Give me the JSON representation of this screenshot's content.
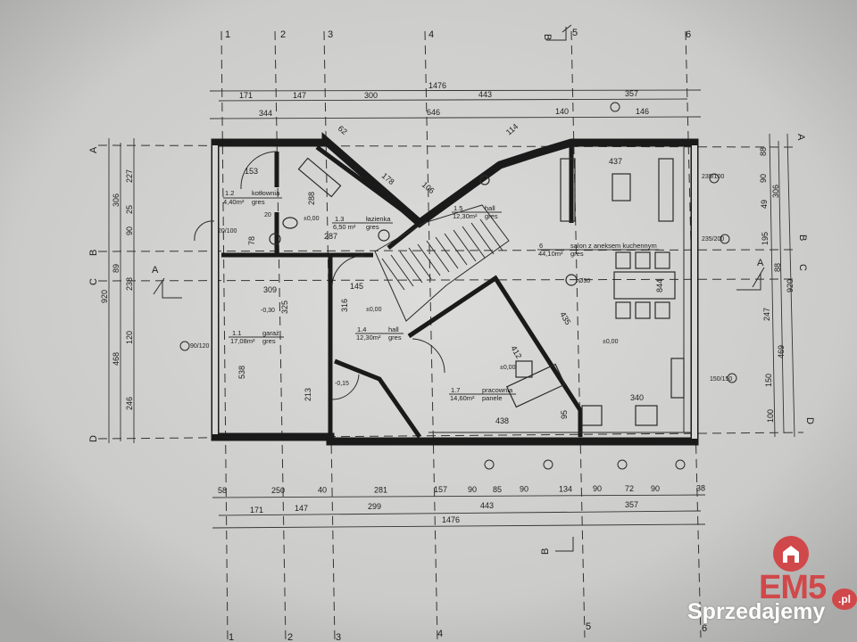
{
  "axes": {
    "columns": [
      "1",
      "2",
      "3",
      "4",
      "5",
      "6"
    ],
    "rows": [
      "A",
      "B",
      "C",
      "D"
    ],
    "section_a": "A",
    "section_b": "B"
  },
  "dims": {
    "top_total": "1476",
    "top_row2": [
      "171",
      "147",
      "300",
      "443",
      "357"
    ],
    "top_row3": [
      "344",
      "646",
      "140",
      "146"
    ],
    "bottom_row1": [
      "58",
      "250",
      "40",
      "281",
      "157",
      "90",
      "85",
      "90",
      "134",
      "90",
      "72",
      "90",
      "38"
    ],
    "bottom_row2": [
      "171",
      "147",
      "299",
      "443",
      "357"
    ],
    "bottom_total": "1476",
    "left_total": "920",
    "left_mid": [
      "306",
      "89",
      "468"
    ],
    "left_inner": [
      "227",
      "25",
      "90",
      "238",
      "120",
      "246"
    ],
    "right_inner": [
      "88",
      "90",
      "49",
      "195",
      "247",
      "150",
      "100"
    ],
    "right_mid": [
      "306",
      "88",
      "469"
    ],
    "right_total": "920",
    "interior": [
      "309",
      "325",
      "538",
      "316",
      "145",
      "213",
      "288",
      "287",
      "78",
      "153",
      "437",
      "844",
      "340",
      "438",
      "412",
      "435",
      "95",
      "178",
      "106",
      "62",
      "114",
      "20"
    ]
  },
  "rooms": [
    {
      "number": "1.1",
      "name": "garaż",
      "area": "17,08m²",
      "floor": "gres"
    },
    {
      "number": "1.2",
      "name": "kotłownia",
      "area": "4,40m²",
      "floor": "gres"
    },
    {
      "number": "1.3",
      "name": "łazienka",
      "area": "6,50 m²",
      "floor": "gres"
    },
    {
      "number": "1.4",
      "name": "hall",
      "area": "12,30m²",
      "floor": "gres"
    },
    {
      "number": "1.5",
      "name": "hall",
      "area": "12,30m²",
      "floor": "gres"
    },
    {
      "number": "6",
      "name": "salon z aneksem kuchennym",
      "area": "44,10m²",
      "floor": "gres"
    },
    {
      "number": "1.7",
      "name": "pracownia",
      "area": "14,60m²",
      "floor": "panele"
    }
  ],
  "levels": [
    "±0,00",
    "-0,30",
    "±0,00",
    "-0,15",
    "±0,00",
    "±0,00"
  ],
  "windows": [
    "235/100",
    "235/200",
    "150/150",
    "90/120",
    "20/100"
  ],
  "column_label": "Ø30",
  "watermark": {
    "brand": "EM5",
    "tld": ".pl",
    "name": "Sprzedajemy",
    "color": "#d1484a"
  }
}
